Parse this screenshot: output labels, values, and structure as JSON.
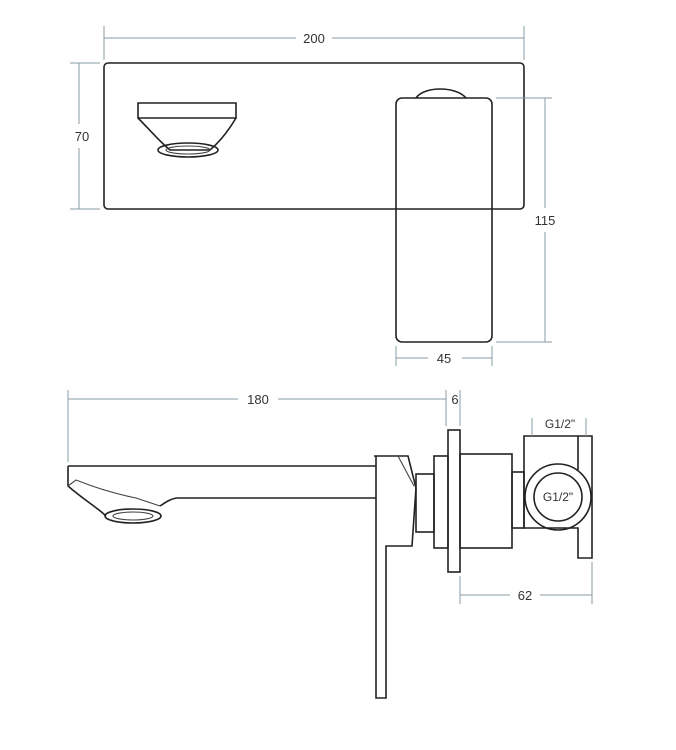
{
  "dimensions": {
    "width_plate": "200",
    "height_plate": "70",
    "handle_height": "115",
    "handle_width": "45",
    "spout_length": "180",
    "flange_thickness": "6",
    "body_depth": "62"
  },
  "threads": {
    "top": "G1/2\"",
    "side": "G1/2\""
  }
}
